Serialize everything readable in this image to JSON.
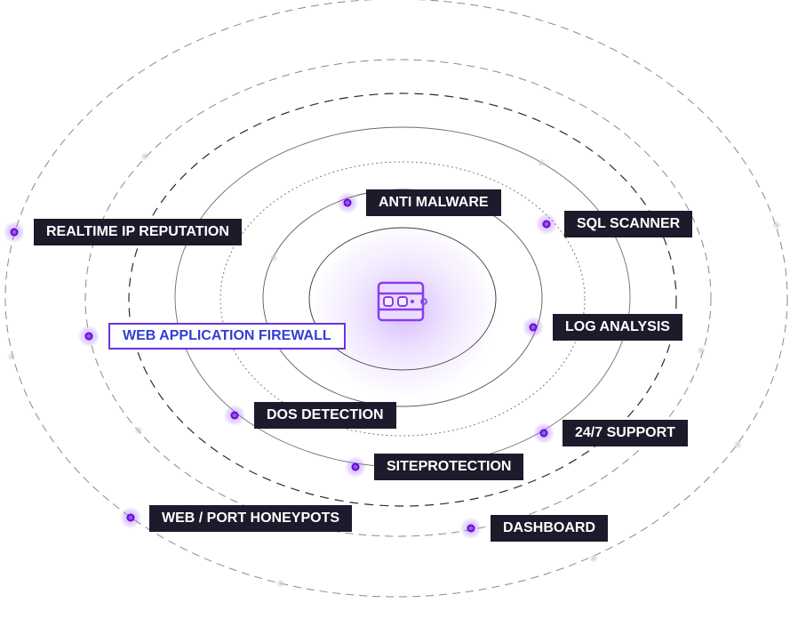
{
  "labels": {
    "anti_malware": "ANTI MALWARE",
    "sql_scanner": "SQL SCANNER",
    "realtime_ip_reputation": "REALTIME IP REPUTATION",
    "log_analysis": "LOG ANALYSIS",
    "web_application_firewall": "WEB APPLICATION FIREWALL",
    "dos_detection": "DOS DETECTION",
    "support_24_7": "24/7 SUPPORT",
    "siteprotection": "SITEPROTECTION",
    "web_port_honeypots": "WEB / PORT HONEYPOTS",
    "dashboard": "DASHBOARD"
  },
  "center_icon": "firewall-browser-icon",
  "highlighted_item": "web_application_firewall",
  "colors": {
    "label_background": "#1c1a2b",
    "label_text": "#ffffff",
    "accent_purple": "#6a33e0",
    "highlight_text": "#2f3fd6",
    "node_dot": "#a24dff",
    "orbit_line": "#555555"
  }
}
